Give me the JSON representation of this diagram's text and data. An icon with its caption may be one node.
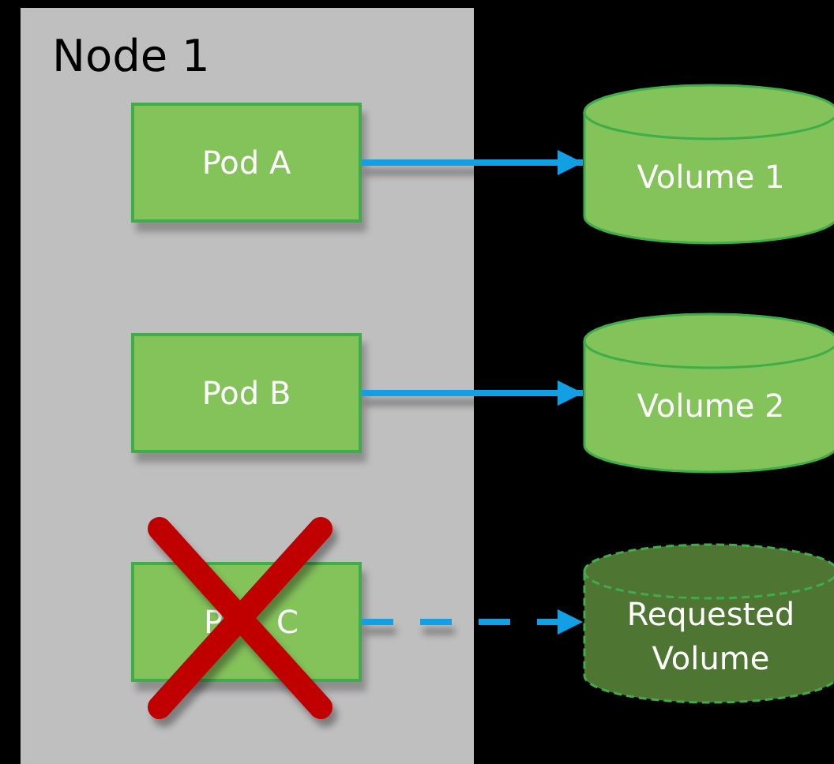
{
  "diagram": {
    "nodes": [
      {
        "text": [
          "Node 1"
        ]
      },
      {
        "text": [
          "Pod A"
        ],
        "in": 0
      },
      {
        "text": [
          "Pod B"
        ],
        "in": 0
      },
      {
        "text": [
          "P",
          "C"
        ],
        "in": 0
      },
      {
        "text": [
          "Volume 1"
        ]
      },
      {
        "text": [
          "Volume 2"
        ]
      },
      {
        "text": [
          "Requested Volume"
        ]
      }
    ],
    "edges": [
      {
        "from": 1,
        "to": 4,
        "arrow": "to"
      },
      {
        "from": 2,
        "to": 5,
        "arrow": "to"
      },
      {
        "from": 3,
        "to": 6,
        "arrow": "to",
        "style": "dashed"
      }
    ]
  }
}
